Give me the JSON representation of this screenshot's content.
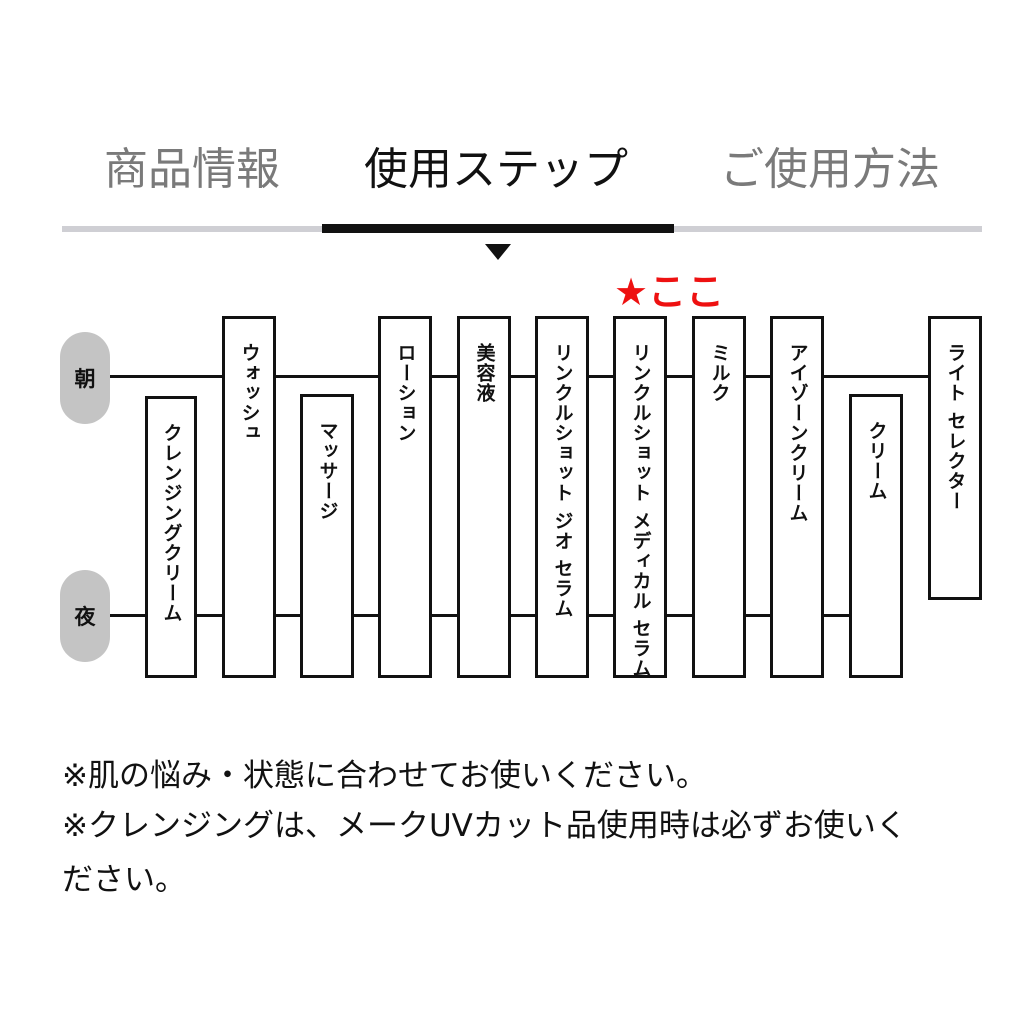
{
  "tabs": [
    {
      "label": "商品情報",
      "active": false
    },
    {
      "label": "使用ステップ",
      "active": true
    },
    {
      "label": "ご使用方法",
      "active": false
    }
  ],
  "highlight_label": "★ここ",
  "timeline": {
    "morning_label": "朝",
    "night_label": "夜",
    "steps": [
      {
        "label": "クレンジングクリーム",
        "morning": false,
        "night": true
      },
      {
        "label": "ウォッシュ",
        "morning": true,
        "night": true
      },
      {
        "label": "マッサージ",
        "morning": false,
        "night": true
      },
      {
        "label": "ローション",
        "morning": true,
        "night": true
      },
      {
        "label": "美容液",
        "morning": true,
        "night": true
      },
      {
        "label": "リンクルショット ジオ セラム",
        "morning": true,
        "night": true
      },
      {
        "label": "リンクルショット メディカル セラム",
        "morning": true,
        "night": true
      },
      {
        "label": "ミルク",
        "morning": true,
        "night": true
      },
      {
        "label": "アイゾーンクリーム",
        "morning": true,
        "night": true
      },
      {
        "label": "クリーム",
        "morning": false,
        "night": true
      },
      {
        "label": "ライト セレクター",
        "morning": true,
        "night": false
      }
    ]
  },
  "notes": {
    "line1": "※肌の悩み・状態に合わせてお使いください。",
    "line2": "※クレンジングは、メークUVカット品使用時は必ずお使いく",
    "line3": "ださい。"
  },
  "colors": {
    "highlight": "#e11111",
    "pill": "#c4c4c4",
    "tab_inactive": "#7a7a7a",
    "track": "#cfcfd4"
  }
}
